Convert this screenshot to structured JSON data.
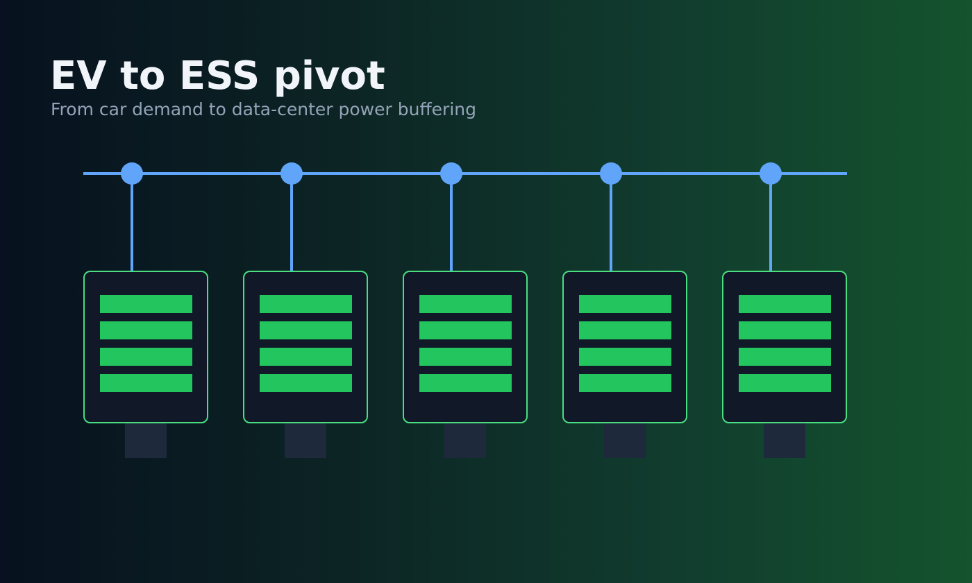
{
  "header": {
    "title": "EV to ESS pivot",
    "subtitle": "From car demand to data-center power buffering"
  },
  "diagram": {
    "unit_count": 5,
    "bars_per_unit": 4,
    "colors": {
      "bus_line": "#60a5fa",
      "node": "#60a5fa",
      "cabinet_fill": "#111827",
      "cabinet_border": "#4ade80",
      "cell_bar": "#22c55e",
      "base": "#1e293b"
    }
  }
}
